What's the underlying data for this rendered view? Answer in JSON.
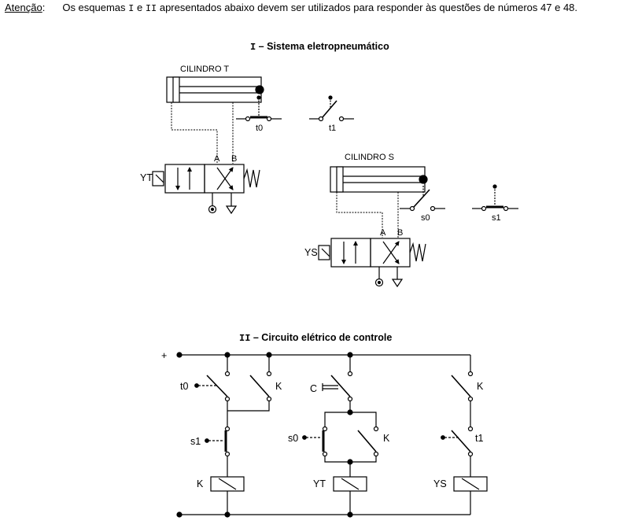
{
  "intro": {
    "prefix": "Atenção",
    "colon": ":",
    "text_before": "Os esquemas ",
    "numeral_1": "I",
    "and_word": " e ",
    "numeral_2": "II",
    "text_after": " apresentados abaixo devem ser utilizados para responder às questões de números 47 e 48."
  },
  "section1": {
    "numeral": "I",
    "title": " – Sistema eletropneumático",
    "cylinder_t": "CILINDRO T",
    "cylinder_s": "CILINDRO S",
    "port_a": "A",
    "port_b": "B",
    "solenoid_t": "YT",
    "solenoid_s": "YS",
    "sensor_t0": "t0",
    "sensor_t1": "t1",
    "sensor_s0": "s0",
    "sensor_s1": "s1"
  },
  "section2": {
    "numeral": "II",
    "title": " – Circuito elétrico de controle",
    "plus": "+",
    "t0": "t0",
    "k": "K",
    "c": "C",
    "s1": "s1",
    "s0": "s0",
    "t1": "t1",
    "coil_k": "K",
    "coil_yt": "YT",
    "coil_ys": "YS"
  }
}
